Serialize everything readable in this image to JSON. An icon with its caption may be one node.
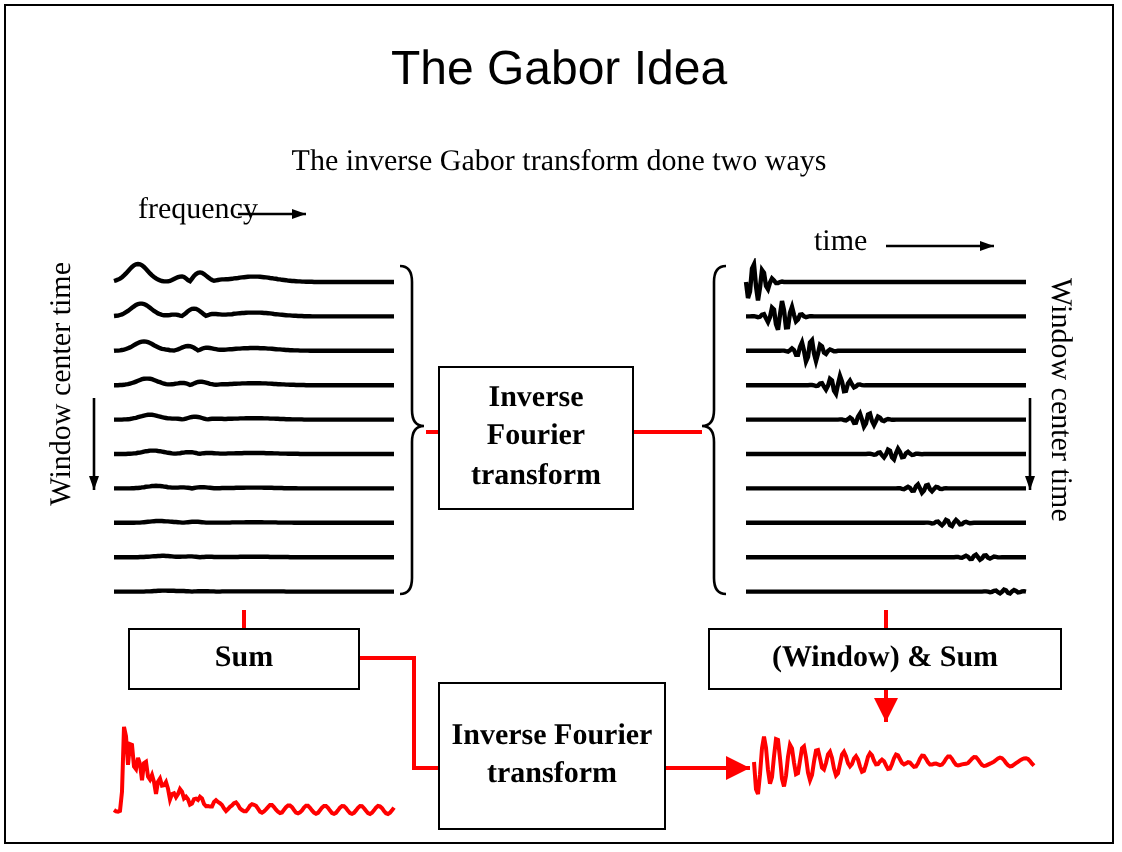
{
  "diagram": {
    "title": "The Gabor Idea",
    "nodes": [
      {
        "text": [],
        "shape": "picture",
        "beside": [
          "frequency",
          "Window center time"
        ]
      },
      {
        "text": [],
        "shape": "picture",
        "beside": [
          "time",
          "Window center time"
        ]
      },
      {
        "text": [
          "Inverse Fourier transform"
        ]
      },
      {
        "text": [
          "Sum"
        ]
      },
      {
        "text": [
          "(Window) & Sum"
        ]
      },
      {
        "text": [
          "Inverse Fourier transform"
        ]
      },
      {
        "text": [],
        "shape": "picture"
      },
      {
        "text": [],
        "shape": "picture"
      }
    ],
    "edges": [
      {
        "from": 0,
        "to": 2,
        "arrow": "none"
      },
      {
        "from": 2,
        "to": 1,
        "arrow": "none"
      },
      {
        "from": 1,
        "to": 4,
        "arrow": "none"
      },
      {
        "from": 4,
        "to": 7,
        "arrow": "to"
      },
      {
        "from": 0,
        "to": 3,
        "arrow": "none"
      },
      {
        "from": 3,
        "to": 5,
        "arrow": "none"
      },
      {
        "from": 5,
        "to": 7,
        "arrow": "to"
      }
    ],
    "labels": [
      "The inverse Gabor transform done two ways"
    ]
  }
}
